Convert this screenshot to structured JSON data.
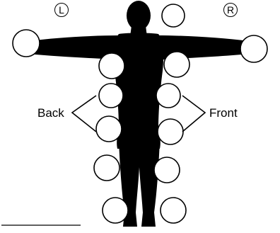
{
  "labels": {
    "left_marker": "L",
    "right_marker": "R",
    "back": "Back",
    "front": "Front"
  },
  "colors": {
    "silhouette": "#000000",
    "circle_stroke": "#000000",
    "circle_fill": "#ffffff",
    "background": "#ffffff"
  }
}
